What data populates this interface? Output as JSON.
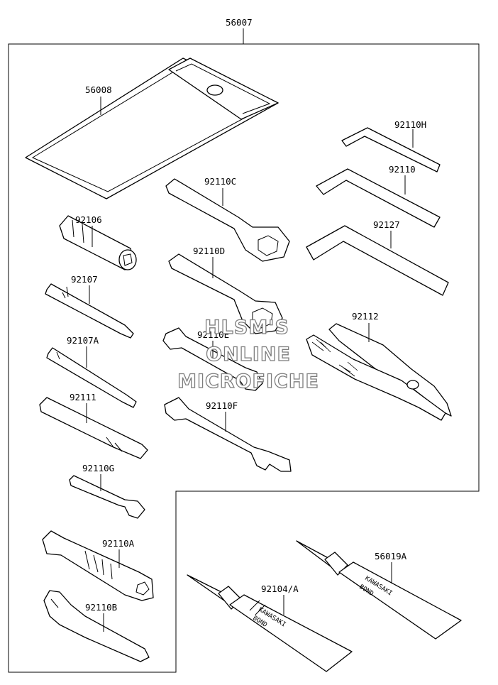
{
  "diagram": {
    "assembly_number": "56007",
    "parts": [
      {
        "key": "p56008",
        "number": "56008"
      },
      {
        "key": "p92110H",
        "number": "92110H"
      },
      {
        "key": "p92110",
        "number": "92110"
      },
      {
        "key": "p92110C",
        "number": "92110C"
      },
      {
        "key": "p92106",
        "number": "92106"
      },
      {
        "key": "p92127",
        "number": "92127"
      },
      {
        "key": "p92110D",
        "number": "92110D"
      },
      {
        "key": "p92107",
        "number": "92107"
      },
      {
        "key": "p92112",
        "number": "92112"
      },
      {
        "key": "p92110E",
        "number": "92110E"
      },
      {
        "key": "p92107A",
        "number": "92107A"
      },
      {
        "key": "p92111",
        "number": "92111"
      },
      {
        "key": "p92110F",
        "number": "92110F"
      },
      {
        "key": "p92110G",
        "number": "92110G"
      },
      {
        "key": "p92110A",
        "number": "92110A"
      },
      {
        "key": "p56019A",
        "number": "56019A"
      },
      {
        "key": "p92104A",
        "number": "92104/A"
      },
      {
        "key": "p92110B",
        "number": "92110B"
      }
    ],
    "tube_brand": "KAWASAKI",
    "tube_product": "BOND"
  },
  "watermark": {
    "line1": "HLSM'S",
    "line2": "ONLINE",
    "line3": "MICROFICHE"
  }
}
